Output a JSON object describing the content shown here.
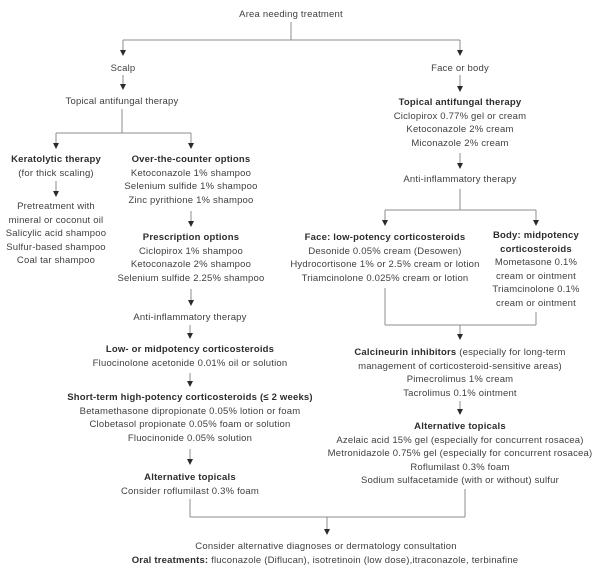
{
  "colors": {
    "background": "#ffffff",
    "text": "#3f3f3f",
    "heading_text": "#2d2d2d",
    "connector_line": "#8c8c8c",
    "arrowhead": "#2b2b2b"
  },
  "chart": {
    "root": {
      "label": "Area needing treatment"
    },
    "scalp_branch": {
      "branch_label": "Scalp",
      "antifungal_label": "Topical antifungal therapy",
      "keratolytic": {
        "title": "Keratolytic therapy",
        "subtitle": "(for thick scaling)",
        "treatments": [
          "Pretreatment with",
          "mineral or coconut oil",
          "Salicylic acid shampoo",
          "Sulfur-based shampoo",
          "Coal tar shampoo"
        ]
      },
      "otc": {
        "title": "Over-the-counter options",
        "lines": [
          "Ketoconazole 1% shampoo",
          "Selenium sulfide 1% shampoo",
          "Zinc pyrithione 1% shampoo"
        ]
      },
      "prescription": {
        "title": "Prescription options",
        "lines": [
          "Ciclopirox 1% shampoo",
          "Ketoconazole 2% shampoo",
          "Selenium sulfide 2.25% shampoo"
        ]
      },
      "anti_inflammatory_label": "Anti-inflammatory therapy",
      "low_mid": {
        "title": "Low- or midpotency corticosteroids",
        "lines": [
          "Fluocinolone acetonide 0.01% oil or solution"
        ]
      },
      "short_term": {
        "title": "Short-term high-potency corticosteroids (≤ 2 weeks)",
        "lines": [
          "Betamethasone dipropionate 0.05% lotion or foam",
          "Clobetasol propionate 0.05% foam or solution",
          "Fluocinonide 0.05% solution"
        ]
      },
      "alt_topicals": {
        "title": "Alternative topicals",
        "lines": [
          "Consider roflumilast 0.3% foam"
        ]
      }
    },
    "face_body_branch": {
      "branch_label": "Face or body",
      "antifungal": {
        "title": "Topical antifungal therapy",
        "lines": [
          "Ciclopirox 0.77% gel or cream",
          "Ketoconazole 2% cream",
          "Miconazole 2% cream"
        ]
      },
      "anti_inflammatory_label": "Anti-inflammatory therapy",
      "face_steroids": {
        "title": "Face: low-potency corticosteroids",
        "lines": [
          "Desonide 0.05% cream (Desowen)",
          "Hydrocortisone 1% or 2.5% cream or lotion",
          "Triamcinolone 0.025% cream or lotion"
        ]
      },
      "body_steroids": {
        "title_lines": [
          "Body: midpotency",
          "corticosteroids"
        ],
        "lines": [
          "Mometasone 0.1%",
          "cream or ointment",
          "Triamcinolone 0.1%",
          "cream or ointment"
        ]
      },
      "calcineurin": {
        "title_bold": "Calcineurin inhibitors",
        "title_note": " (especially for long-term",
        "title_note_line2": "management of corticosteroid-sensitive areas)",
        "lines": [
          "Pimecrolimus 1% cream",
          "Tacrolimus 0.1% ointment"
        ]
      },
      "alt_topicals": {
        "title": "Alternative topicals",
        "lines": [
          "Azelaic acid 15% gel (especially for concurrent rosacea)",
          "Metronidazole 0.75% gel (especially for concurrent rosacea)",
          "Roflumilast 0.3% foam",
          "Sodium sulfacetamide (with or without) sulfur"
        ]
      }
    },
    "footer": {
      "line1": "Consider alternative diagnoses or dermatology consultation",
      "oral_label": "Oral treatments:",
      "oral_rest": " fluconazole (Diflucan), isotretinoin (low dose),itraconazole, terbinafine"
    }
  }
}
